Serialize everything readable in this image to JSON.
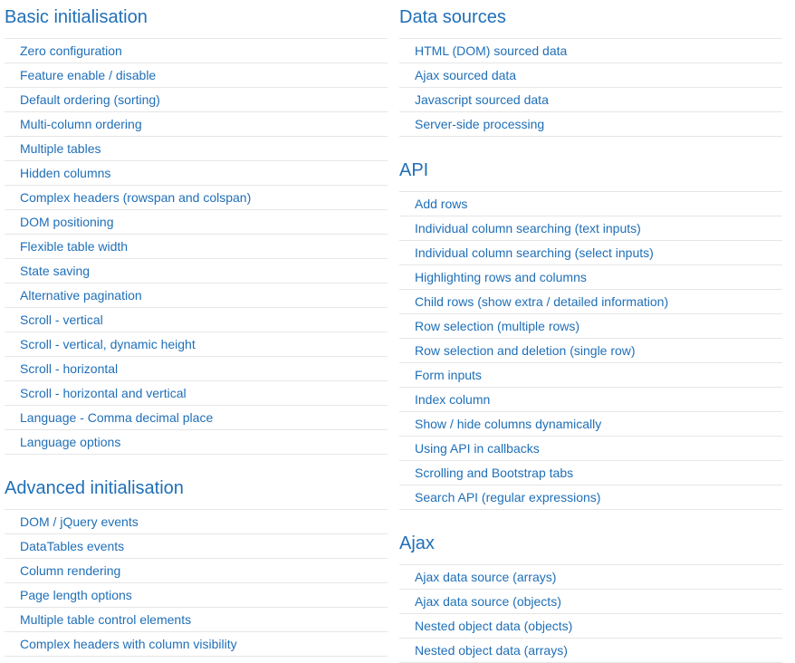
{
  "colors": {
    "link": "#1f6fb8",
    "divider": "#e6e6e6",
    "background": "#ffffff"
  },
  "sections": {
    "basic": {
      "title": "Basic initialisation",
      "items": [
        "Zero configuration",
        "Feature enable / disable",
        "Default ordering (sorting)",
        "Multi-column ordering",
        "Multiple tables",
        "Hidden columns",
        "Complex headers (rowspan and colspan)",
        "DOM positioning",
        "Flexible table width",
        "State saving",
        "Alternative pagination",
        "Scroll - vertical",
        "Scroll - vertical, dynamic height",
        "Scroll - horizontal",
        "Scroll - horizontal and vertical",
        "Language - Comma decimal place",
        "Language options"
      ]
    },
    "advanced": {
      "title": "Advanced initialisation",
      "items": [
        "DOM / jQuery events",
        "DataTables events",
        "Column rendering",
        "Page length options",
        "Multiple table control elements",
        "Complex headers with column visibility"
      ]
    },
    "data_sources": {
      "title": "Data sources",
      "items": [
        "HTML (DOM) sourced data",
        "Ajax sourced data",
        "Javascript sourced data",
        "Server-side processing"
      ]
    },
    "api": {
      "title": "API",
      "items": [
        "Add rows",
        "Individual column searching (text inputs)",
        "Individual column searching (select inputs)",
        "Highlighting rows and columns",
        "Child rows (show extra / detailed information)",
        "Row selection (multiple rows)",
        "Row selection and deletion (single row)",
        "Form inputs",
        "Index column",
        "Show / hide columns dynamically",
        "Using API in callbacks",
        "Scrolling and Bootstrap tabs",
        "Search API (regular expressions)"
      ]
    },
    "ajax": {
      "title": "Ajax",
      "items": [
        "Ajax data source (arrays)",
        "Ajax data source (objects)",
        "Nested object data (objects)",
        "Nested object data (arrays)"
      ]
    }
  }
}
